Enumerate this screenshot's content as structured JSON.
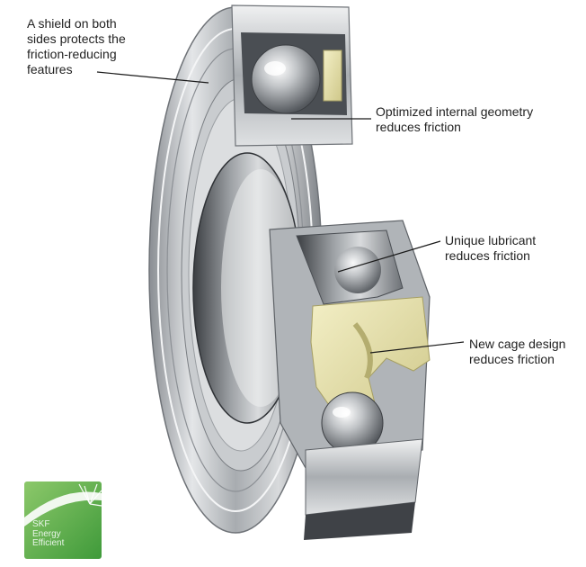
{
  "callouts": [
    {
      "text": "A shield on both\nsides protects the\nfriction-reducing\nfeatures"
    },
    {
      "text": "Optimized internal geometry\nreduces friction"
    },
    {
      "text": "Unique lubricant\nreduces friction"
    },
    {
      "text": "New cage design\nreduces friction"
    }
  ],
  "logo": {
    "text": "SKF\nEnergy\nEfficient",
    "color": "#6ab04c"
  },
  "colors": {
    "steel": "#b9bcc0",
    "steel_dark": "#5d6166",
    "cage": "#e8e2a8",
    "leader": "#1a1a1a"
  }
}
